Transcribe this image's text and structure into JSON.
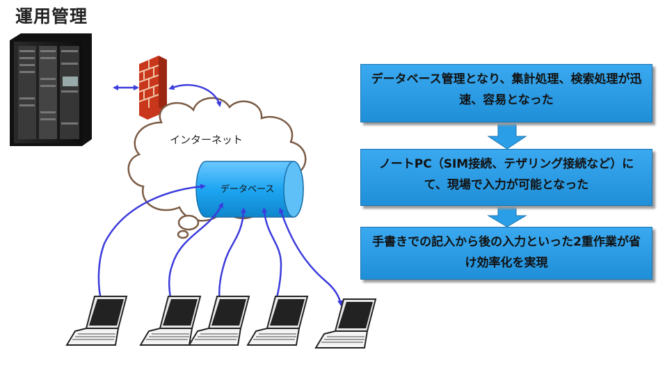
{
  "title": "運用管理",
  "network": {
    "internet_label": "インターネット",
    "database_label": "データベース"
  },
  "flow": [
    {
      "text": "データベース管理となり、集計処理、検索処理が迅速、容易となった"
    },
    {
      "text": "ノートPC（SIM接続、テザリング接続など）にて、現場で入力が可能となった"
    },
    {
      "text": "手書きでの記入から後の入力といった2重作業が省け効率化を実現"
    }
  ],
  "colors": {
    "flow_box": "#2a9ee6",
    "arrow": "#3b3bdc",
    "cloud_stroke": "#7a5a44",
    "database": "#29a8f0"
  }
}
